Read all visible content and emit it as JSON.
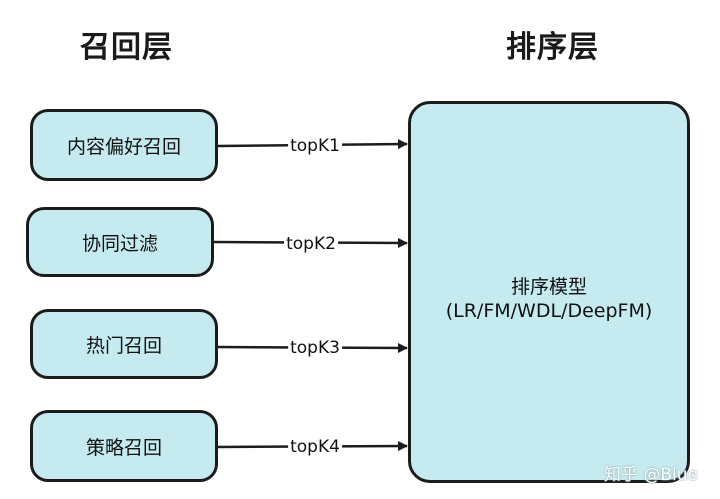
{
  "headings": {
    "recall": "召回层",
    "rank": "排序层"
  },
  "recall_nodes": [
    {
      "label": "内容偏好召回",
      "edge": "topK1"
    },
    {
      "label": "协同过滤",
      "edge": "topK2"
    },
    {
      "label": "热门召回",
      "edge": "topK3"
    },
    {
      "label": "策略召回",
      "edge": "topK4"
    }
  ],
  "rank_model": {
    "title": "排序模型",
    "subtitle": "(LR/FM/WDL/DeepFM)"
  },
  "watermark": "知乎 @Blue",
  "colors": {
    "node_fill": "#c5ebf0",
    "stroke": "#1c1c1c"
  }
}
